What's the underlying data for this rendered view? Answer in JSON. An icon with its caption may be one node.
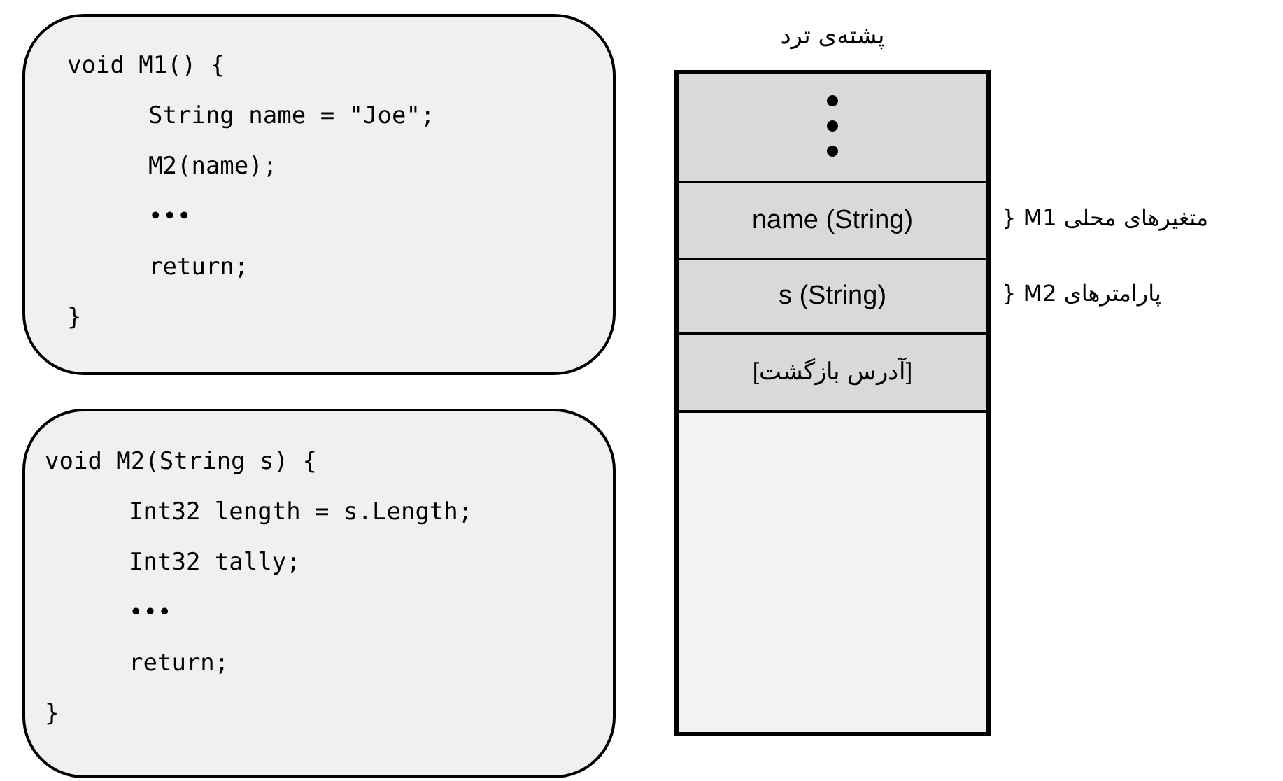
{
  "diagram": {
    "nodes": [
      {
        "text": [
          "void M1() {",
          "String name = \"Joe\";",
          "M2(name);",
          "•••",
          "return;",
          "}"
        ]
      },
      {
        "text": [
          "void M2(String s) {",
          "Int32 length = s.Length;",
          "Int32 tally;",
          "•••",
          "return;",
          "}"
        ]
      },
      {
        "text": [
          "پشته‌ی ترد"
        ]
      },
      {
        "text": [],
        "shape": "box",
        "in": 2
      },
      {
        "text": [
          "name (String)"
        ],
        "in": 2,
        "beside": [
          "متغیرهای محلی M1 {"
        ]
      },
      {
        "text": [
          "s (String)"
        ],
        "in": 2,
        "beside": [
          "پارامترهای M2 {"
        ]
      },
      {
        "text": [
          "[آدرس بازگشت]"
        ],
        "in": 2
      },
      {
        "text": [],
        "shape": "box",
        "in": 2
      }
    ],
    "edges": []
  }
}
